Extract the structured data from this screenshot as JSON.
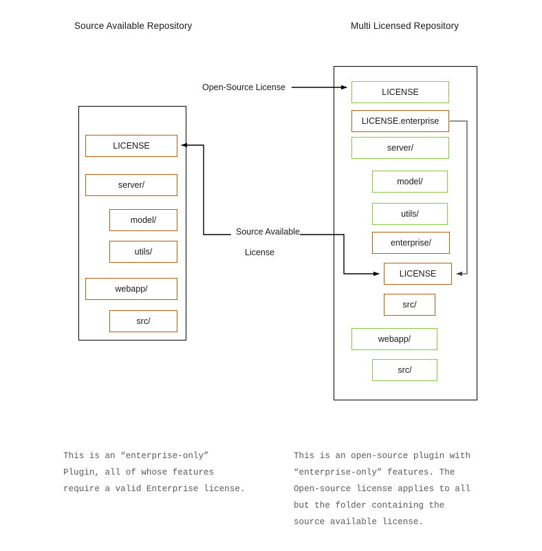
{
  "diagram": {
    "title_left": "Source Available Repository",
    "title_right": "Multi Licensed Repository",
    "colors": {
      "enterprise_border": "#bf5b0b",
      "open_source_border": "#8bc63f",
      "frame_border": "#000000",
      "arrow": "#000000",
      "connector": "#6b6b6b",
      "caption_text": "#595959"
    },
    "edge_labels": {
      "open_source_license": "Open-Source License",
      "source_available_line1": "Source Available",
      "source_available_line2": "License"
    },
    "left_repo": {
      "nodes": [
        {
          "label": "LICENSE",
          "license": "enterprise",
          "indent": 0
        },
        {
          "label": "server/",
          "license": "enterprise",
          "indent": 0
        },
        {
          "label": "model/",
          "license": "enterprise",
          "indent": 1
        },
        {
          "label": "utils/",
          "license": "enterprise",
          "indent": 1
        },
        {
          "label": "webapp/",
          "license": "enterprise",
          "indent": 0
        },
        {
          "label": "src/",
          "license": "enterprise",
          "indent": 1
        }
      ]
    },
    "right_repo": {
      "nodes": [
        {
          "label": "LICENSE",
          "license": "open-source",
          "indent": 0
        },
        {
          "label": "LICENSE.enterprise",
          "license": "enterprise",
          "indent": 0
        },
        {
          "label": "server/",
          "license": "open-source",
          "indent": 0
        },
        {
          "label": "model/",
          "license": "open-source",
          "indent": 1
        },
        {
          "label": "utils/",
          "license": "open-source",
          "indent": 1
        },
        {
          "label": "enterprise/",
          "license": "enterprise",
          "indent": 1
        },
        {
          "label": "LICENSE",
          "license": "enterprise",
          "indent": 2
        },
        {
          "label": "src/",
          "license": "enterprise",
          "indent": 2
        },
        {
          "label": "webapp/",
          "license": "open-source",
          "indent": 0
        },
        {
          "label": "src/",
          "license": "open-source",
          "indent": 1
        }
      ]
    },
    "caption_left": "This is an “enterprise-only”\nPlugin, all of whose features\nrequire a valid Enterprise license.",
    "caption_right": "This is an open-source plugin with\n“enterprise-only” features. The\nOpen-source license applies to all\nbut the folder containing the\nsource available license."
  }
}
